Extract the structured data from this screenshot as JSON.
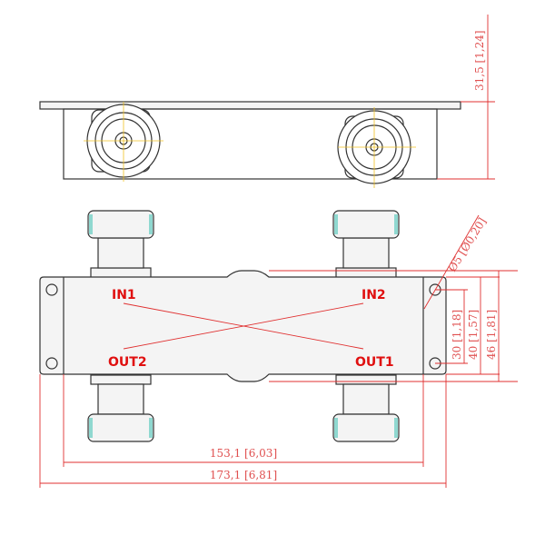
{
  "ports": {
    "in1": "IN1",
    "in2": "IN2",
    "out1": "OUT1",
    "out2": "OUT2"
  },
  "dimensions": {
    "height": "31,5 [1,24]",
    "hole": "Ø5 [Ø0,20]",
    "hole_spacing": "30 [1,18]",
    "body_width": "40 [1,57]",
    "total_width": "46 [1,81]",
    "body_length": "153,1 [6,03]",
    "total_length": "173,1 [6,81]"
  },
  "colors": {
    "outline": "#333333",
    "dimension": "#e03030",
    "centerline": "#f0c020",
    "connector_accent": "#8fd8d0"
  }
}
